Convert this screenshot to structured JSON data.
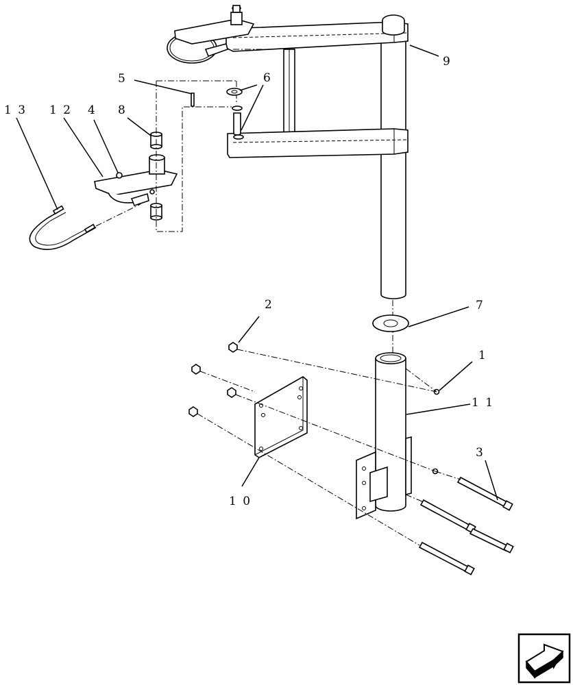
{
  "callouts": [
    "1",
    "2",
    "3",
    "4",
    "5",
    "6",
    "7",
    "8",
    "9",
    "1 0",
    "1 1",
    "1 2",
    "1 3"
  ],
  "icons": {
    "nav": "next-page-arrow-icon"
  }
}
